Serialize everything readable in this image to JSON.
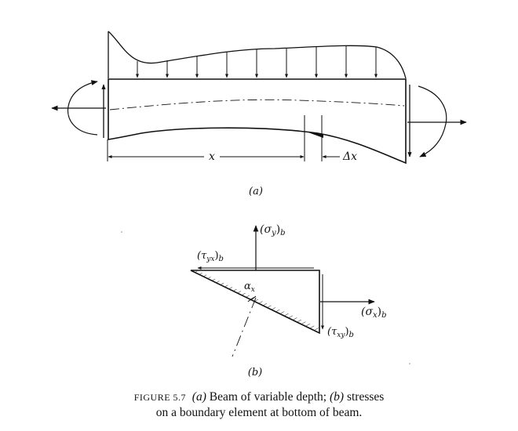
{
  "part_a": {
    "label": "(a)",
    "dim_x": "x",
    "dim_dx": "Δx"
  },
  "part_b": {
    "label": "(b)",
    "sigma_y": "(σ",
    "sigma_y_sub": "y",
    "sigma_y_close": ")",
    "sigma_y_b": "b",
    "tau_yx": "(τ",
    "tau_yx_sub": "yx",
    "tau_yx_close": ")",
    "tau_yx_b": "b",
    "alpha": "α",
    "alpha_sub": "x",
    "sigma_x": "(σ",
    "sigma_x_sub": "x",
    "sigma_x_close": ")",
    "sigma_x_b": "b",
    "tau_xy": "(τ",
    "tau_xy_sub": "xy",
    "tau_xy_close": ")",
    "tau_xy_b": "b"
  },
  "caption": {
    "figure_no": "FIGURE 5.7",
    "part_a_tag": "(a)",
    "part_a_text": "Beam of variable depth;",
    "part_b_tag": "(b)",
    "part_b_text": "stresses",
    "line2": "on a boundary element at bottom of beam."
  }
}
